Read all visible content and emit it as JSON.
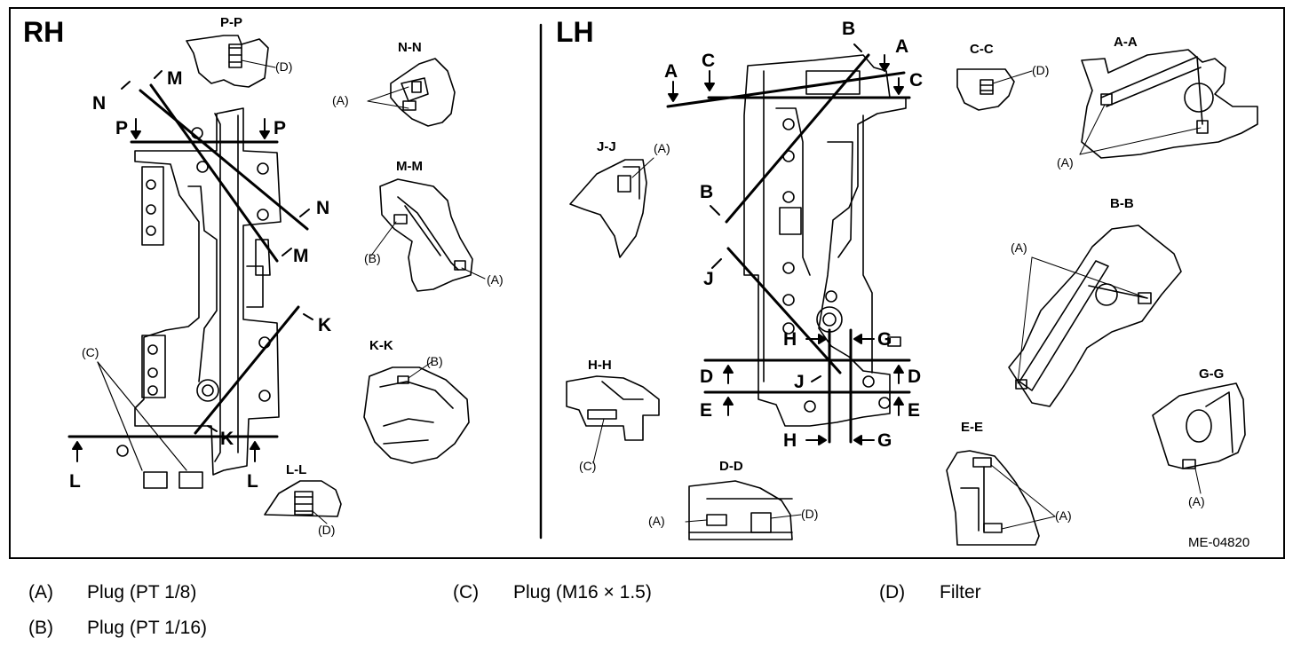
{
  "title_rh": "RH",
  "title_lh": "LH",
  "figure_code": "ME-04820",
  "rh": {
    "cut_p_left": "P",
    "cut_p_right": "P",
    "cut_n_top": "N",
    "cut_n_right": "N",
    "cut_m_top": "M",
    "cut_m_right": "M",
    "cut_k_right": "K",
    "cut_k_bottom": "K",
    "cut_l_left": "L",
    "cut_l_right": "L",
    "callout_c": "(C)",
    "sections": {
      "pp": {
        "title": "P-P",
        "ref_d": "(D)"
      },
      "nn": {
        "title": "N-N",
        "ref_a": "(A)"
      },
      "mm": {
        "title": "M-M",
        "ref_b": "(B)",
        "ref_a": "(A)"
      },
      "kk": {
        "title": "K-K",
        "ref_b": "(B)"
      },
      "ll": {
        "title": "L-L",
        "ref_d": "(D)"
      }
    }
  },
  "lh": {
    "cut_a_left": "A",
    "cut_a_right": "A",
    "cut_b_top": "B",
    "cut_b_left": "B",
    "cut_c_left": "C",
    "cut_c_right": "C",
    "cut_j_left": "J",
    "cut_j_mid": "J",
    "cut_h_top": "H",
    "cut_h_bottom": "H",
    "cut_g_top": "G",
    "cut_g_bottom": "G",
    "cut_d_left": "D",
    "cut_d_right": "D",
    "cut_e_left": "E",
    "cut_e_right": "E",
    "sections": {
      "cc": {
        "title": "C-C",
        "ref_d": "(D)"
      },
      "aa": {
        "title": "A-A",
        "ref_a": "(A)"
      },
      "jj": {
        "title": "J-J",
        "ref_a": "(A)"
      },
      "bb": {
        "title": "B-B",
        "ref_a": "(A)"
      },
      "hh": {
        "title": "H-H",
        "ref_c": "(C)"
      },
      "gg": {
        "title": "G-G",
        "ref_a": "(A)"
      },
      "ee": {
        "title": "E-E",
        "ref_a": "(A)"
      },
      "dd": {
        "title": "D-D",
        "ref_a": "(A)",
        "ref_d": "(D)"
      }
    }
  },
  "legend": [
    {
      "key": "(A)",
      "text": "Plug (PT 1/8)"
    },
    {
      "key": "(B)",
      "text": "Plug (PT 1/16)"
    },
    {
      "key": "(C)",
      "text": "Plug (M16 × 1.5)"
    },
    {
      "key": "(D)",
      "text": "Filter"
    }
  ]
}
